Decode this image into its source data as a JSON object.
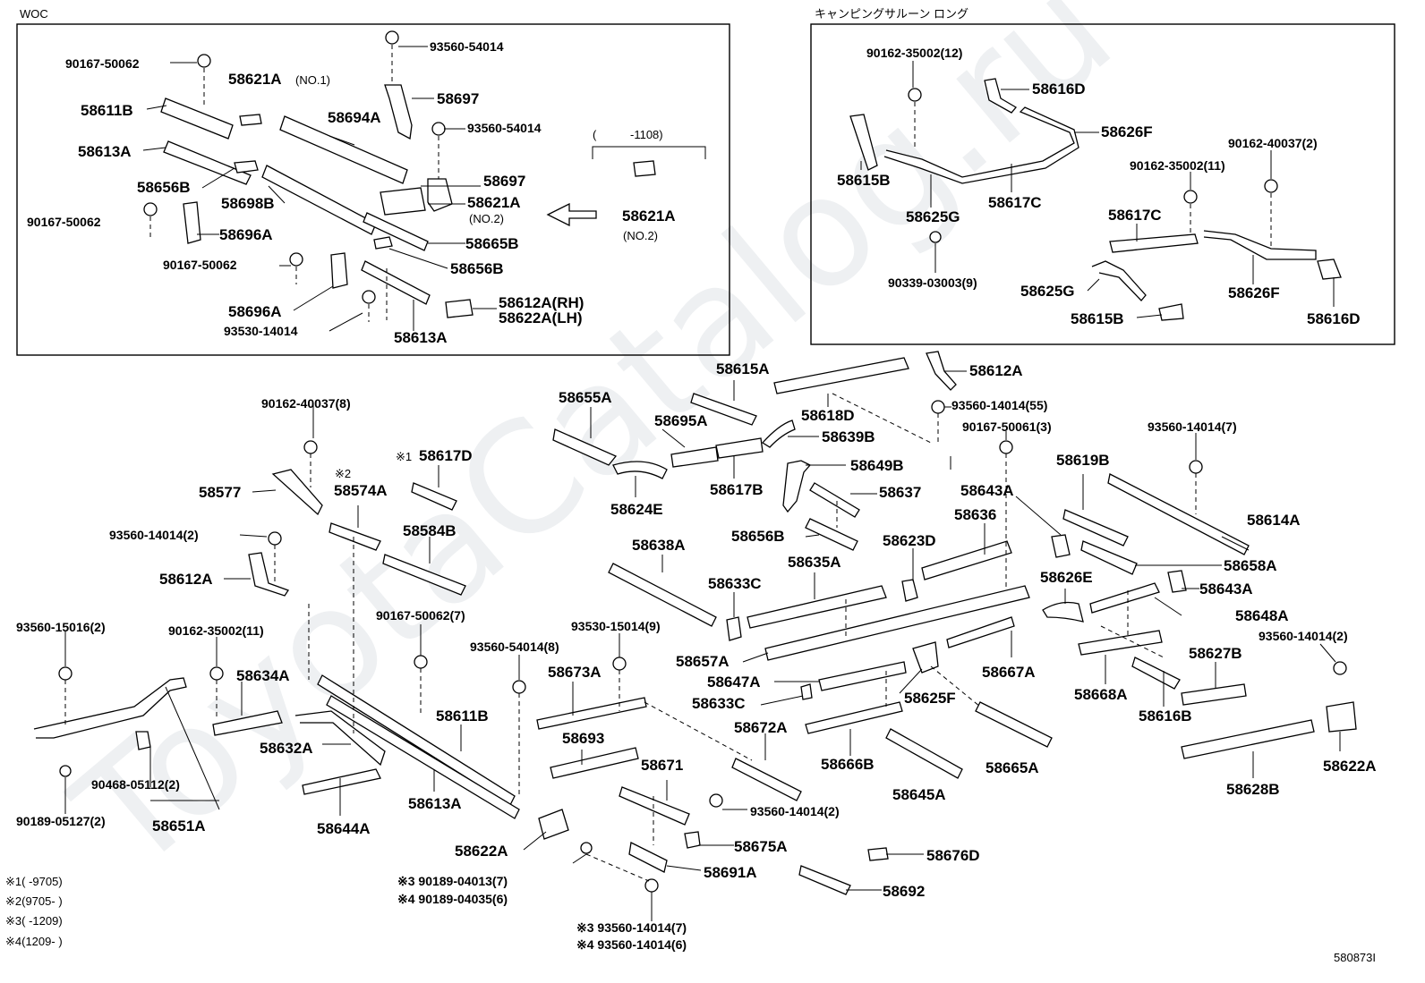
{
  "watermark": "ToyotaCatalog.ru",
  "woc_box": {
    "title": "WOC",
    "labels": [
      "90167-50062",
      "58621A",
      "(NO.1)",
      "93560-54014",
      "58611B",
      "58697",
      "58694A",
      "93560-54014",
      "58613A",
      "(",
      "-1108)",
      "58656B",
      "58698B",
      "58697",
      "58621A",
      "(NO.2)",
      "58621A",
      "90167-50062",
      "58696A",
      "58665B",
      "(NO.2)",
      "90167-50062",
      "58656B",
      "58696A",
      "58612A(RH)",
      "58622A(LH)",
      "93530-14014",
      "58613A"
    ]
  },
  "camping_box": {
    "title": "キャンピングサルーン ロング",
    "labels": [
      "90162-35002(12)",
      "58616D",
      "58626F",
      "90162-40037(2)",
      "58615B",
      "90162-35002(11)",
      "58617C",
      "58625G",
      "58617C",
      "90339-03003(9)",
      "58625G",
      "58626F",
      "58616D",
      "58615B"
    ]
  },
  "main": {
    "labels": [
      "58615A",
      "58612A",
      "58655A",
      "58618D",
      "93560-14014(55)",
      "90162-40037(8)",
      "58695A",
      "58639B",
      "90167-50061(3)",
      "93560-14014(7)",
      "※1",
      "58617D",
      "※2",
      "58624E",
      "58617B",
      "58649B",
      "58619B",
      "58577",
      "58574A",
      "58637",
      "58643A",
      "58636",
      "58614A",
      "93560-14014(2)",
      "58584B",
      "58656B",
      "58623D",
      "58658A",
      "58612A",
      "58638A",
      "58635A",
      "58626E",
      "58643A",
      "58633C",
      "58648A",
      "93560-15016(2)",
      "90162-35002(11)",
      "90167-50062(7)",
      "93530-15014(9)",
      "58627B",
      "93560-14014(2)",
      "58657A",
      "58634A",
      "93560-54014(8)",
      "58673A",
      "58667A",
      "58647A",
      "58633C",
      "58625F",
      "58611B",
      "58672A",
      "58668A",
      "58616B",
      "58632A",
      "58693",
      "58666B",
      "58665A",
      "58628B",
      "58622A",
      "58671",
      "90468-05112(2)",
      "58645A",
      "90189-05127(2)",
      "58651A",
      "58644A",
      "58613A",
      "93560-14014(2)",
      "58622A",
      "58675A",
      "58676D",
      "※3 90189-04013(7)",
      "※4 90189-04035(6)",
      "58691A",
      "58692",
      "※3 93560-14014(7)",
      "※4 93560-14014(6)"
    ]
  },
  "footnotes": [
    "※1(      -9705)",
    "※2(9705-      )",
    "※3(      -1209)",
    "※4(1209-      )"
  ],
  "figure_id": "580873I"
}
